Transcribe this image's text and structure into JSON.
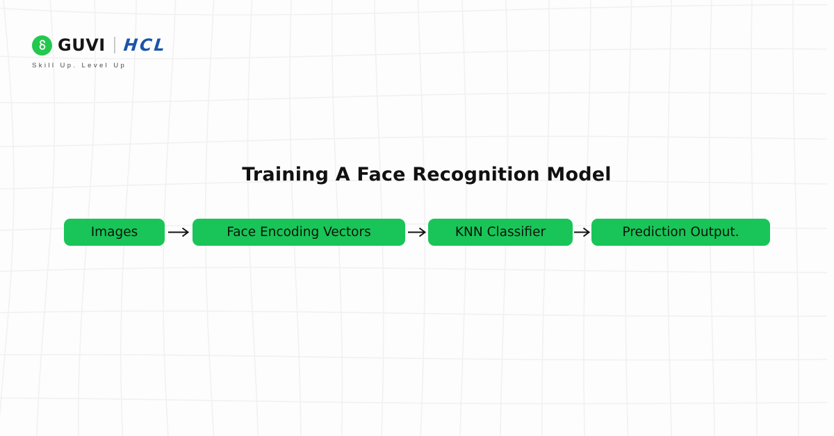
{
  "brand": {
    "guvi": "GUVI",
    "hcl": "HCL",
    "tagline": "Skill Up. Level Up"
  },
  "title": "Training A Face Recognition Model",
  "flow": {
    "steps": [
      {
        "label": "Images"
      },
      {
        "label": "Face Encoding Vectors"
      },
      {
        "label": "KNN Classifier"
      },
      {
        "label": "Prediction Output."
      }
    ],
    "arrow_icon": "right-arrow"
  },
  "colors": {
    "bg": "#fdfdfd",
    "box-green": "#19C558",
    "guvi-green": "#23C84E",
    "hcl-blue": "#1A55A8",
    "ink": "#111111",
    "grid-line": "#f1f1f1",
    "tagline-color": "#4a4a4a"
  }
}
